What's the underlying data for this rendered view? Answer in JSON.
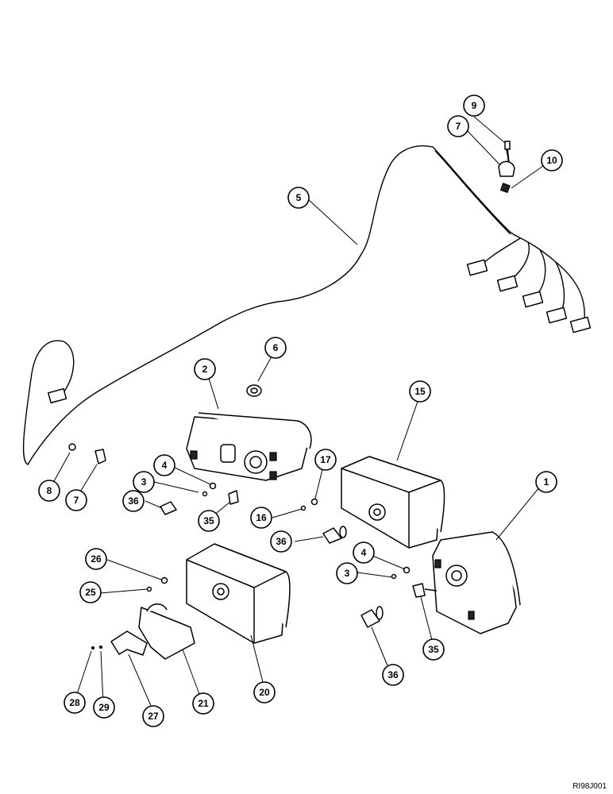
{
  "figure": {
    "reference_code": "RI98J001",
    "callouts": [
      "1",
      "2",
      "3",
      "3",
      "4",
      "4",
      "5",
      "6",
      "7",
      "7",
      "8",
      "9",
      "10",
      "15",
      "16",
      "17",
      "20",
      "21",
      "25",
      "26",
      "27",
      "28",
      "29",
      "35",
      "35",
      "36",
      "36",
      "36"
    ]
  }
}
